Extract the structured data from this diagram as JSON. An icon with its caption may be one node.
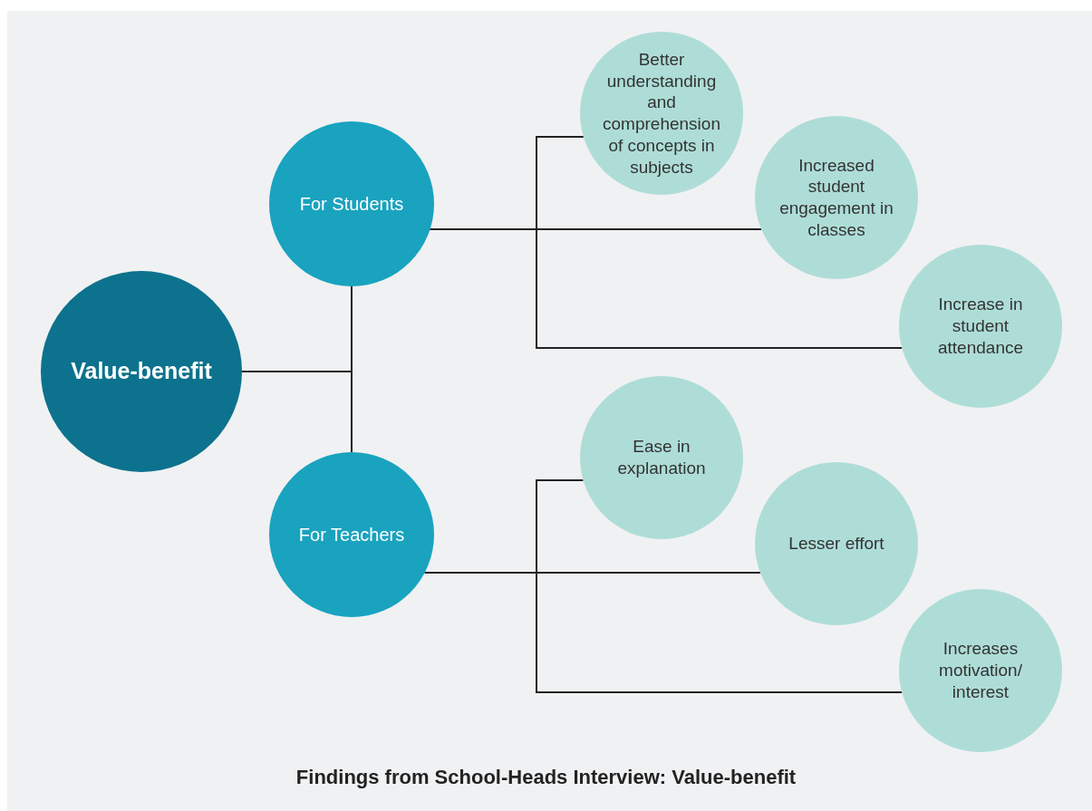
{
  "diagram": {
    "caption": "Findings from School-Heads Interview: Value-benefit",
    "nodes": [
      {
        "text": [
          "Value-benefit"
        ]
      },
      {
        "text": [
          "For Students"
        ]
      },
      {
        "text": [
          "For Teachers"
        ]
      },
      {
        "text": [
          "Better understanding and comprehension of concepts in subjects"
        ]
      },
      {
        "text": [
          "Increased student engagement in classes"
        ]
      },
      {
        "text": [
          "Increase in student attendance"
        ]
      },
      {
        "text": [
          "Ease in explanation"
        ]
      },
      {
        "text": [
          "Lesser effort"
        ]
      },
      {
        "text": [
          "Increases motivation/ interest"
        ]
      }
    ],
    "edges": [
      {
        "from": 0,
        "to": 1,
        "arrow": "none"
      },
      {
        "from": 0,
        "to": 2,
        "arrow": "none"
      },
      {
        "from": 1,
        "to": 3,
        "arrow": "none"
      },
      {
        "from": 1,
        "to": 4,
        "arrow": "none"
      },
      {
        "from": 1,
        "to": 5,
        "arrow": "none"
      },
      {
        "from": 2,
        "to": 6,
        "arrow": "none"
      },
      {
        "from": 2,
        "to": 7,
        "arrow": "none"
      },
      {
        "from": 2,
        "to": 8,
        "arrow": "none"
      }
    ]
  }
}
